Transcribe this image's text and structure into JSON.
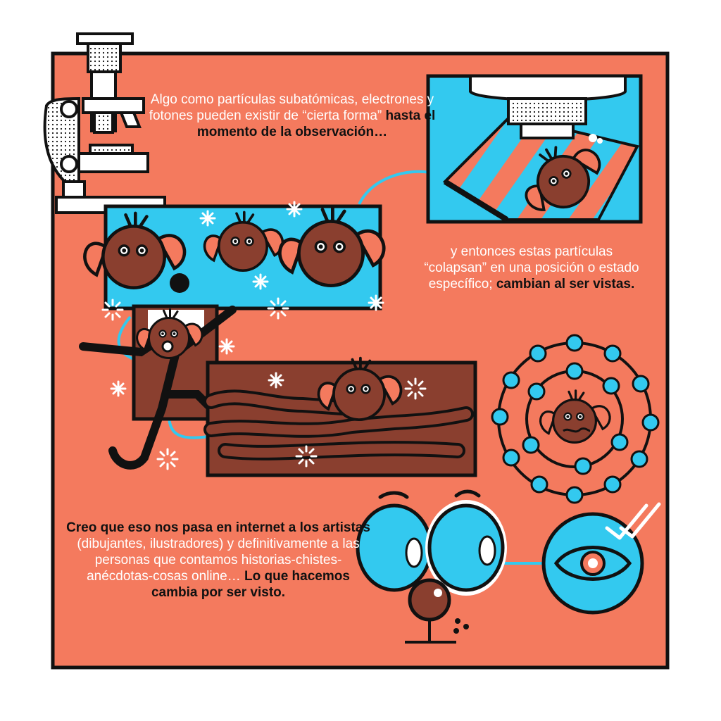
{
  "colors": {
    "background": "#f47a5e",
    "blue": "#33c9ef",
    "brown": "#8a3f2f",
    "ink": "#111111",
    "white": "#ffffff"
  },
  "captions": {
    "top": {
      "plain": "Algo como partículas subatómicas, electrones y fotones pueden existir de “cierta forma”",
      "bold": "hasta el momento de la observación…"
    },
    "right": {
      "plain": "y entonces estas partículas “colapsan” en una posición o estado específico;",
      "bold": "cambian al ser vistas."
    },
    "bottom": {
      "bold_start": "Creo que eso nos pasa en internet a los artistas",
      "plain": "(dibujantes, ilustradores) y definitivamente a las personas que contamos historias-chistes-anécdotas-cosas online…",
      "bold_end": "Lo que hacemos cambia por ser visto."
    }
  },
  "icons": [
    "microscope-icon",
    "eye-icon",
    "double-check-icon",
    "atom-orbit-icon",
    "sparkle-icon"
  ]
}
